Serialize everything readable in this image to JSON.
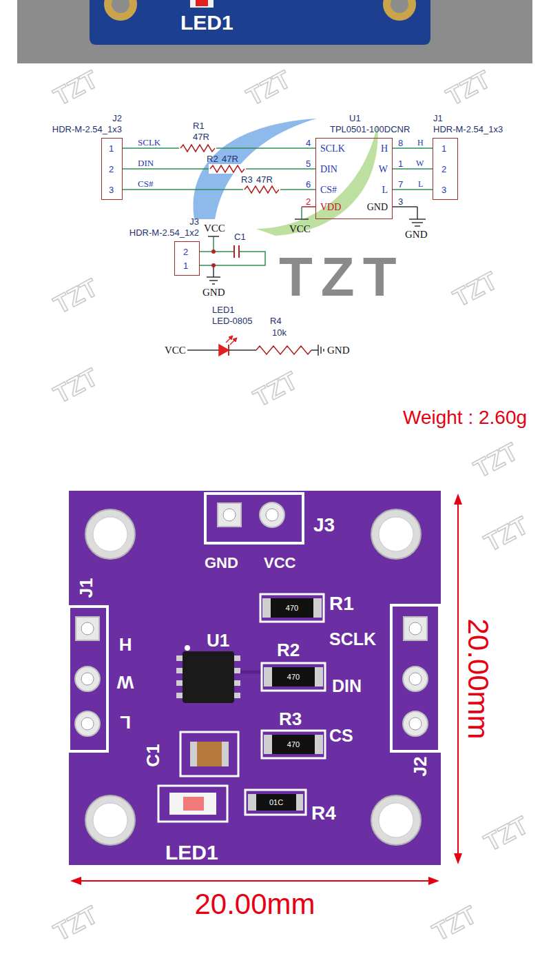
{
  "diagram": {
    "nodes": [
      {
        "text": [
          "J2",
          "HDR-M-2.54_1x3",
          "1",
          "2",
          "3"
        ]
      },
      {
        "text": [
          "U1",
          "TPL0501-100DCNR",
          "SCLK",
          "DIN",
          "CS#",
          "VDD",
          "H",
          "W",
          "L",
          "GND"
        ]
      },
      {
        "text": [
          "J1",
          "HDR-M-2.54_1x3",
          "1",
          "2",
          "3"
        ]
      },
      {
        "text": [
          "J3",
          "HDR-M-2.54_1x2",
          "2",
          "1"
        ]
      }
    ],
    "edges": [
      {
        "from": 0,
        "to": 1,
        "arrow": "none"
      },
      {
        "from": 0,
        "to": 1,
        "arrow": "none"
      },
      {
        "from": 0,
        "to": 1,
        "arrow": "none"
      },
      {
        "from": 1,
        "to": 2,
        "arrow": "none"
      },
      {
        "from": 1,
        "to": 2,
        "arrow": "none"
      },
      {
        "from": 1,
        "to": 2,
        "arrow": "none"
      }
    ],
    "labels": [
      "LED1",
      "R1",
      "47R",
      "R2",
      "47R",
      "R3",
      "47R",
      "SCLK",
      "DIN",
      "CS#",
      "4",
      "5",
      "6",
      "2",
      "8",
      "1",
      "7",
      "3",
      "H",
      "W",
      "L",
      "VCC",
      "GND",
      "C1",
      "VCC",
      "GND",
      "TZT",
      "LED1",
      "LED-0805",
      "R4",
      "10k",
      "VCC",
      "GND",
      "Weight : 2.60g",
      "J3",
      "GND",
      "VCC",
      "J1",
      "R1",
      "U1",
      "SCLK",
      "H",
      "W",
      "L",
      "R2",
      "470",
      "DIN",
      "R3",
      "470",
      "CS",
      "C1",
      "J2",
      "R4",
      "01C",
      "LED1",
      "470",
      "20.00mm",
      "20.00mm",
      "TZT",
      "TZT",
      "TZT",
      "TZT",
      "TZT",
      "TZT",
      "TZT",
      "TZT",
      "TZT",
      "TZT",
      "TZT",
      "TZT"
    ]
  }
}
